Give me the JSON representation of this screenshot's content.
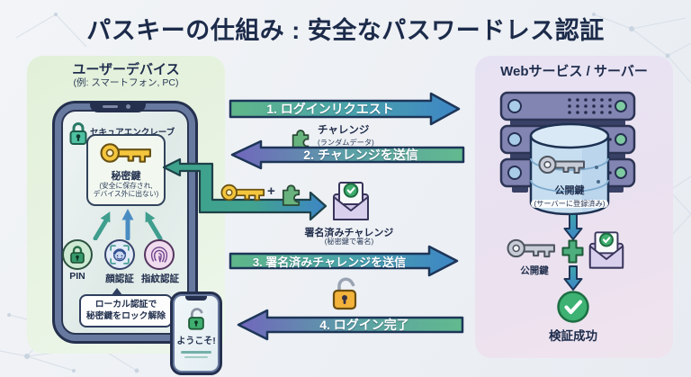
{
  "title": "パスキーの仕組み : 安全なパスワードレス認証",
  "device_panel": {
    "title": "ユーザーデバイス",
    "subtitle": "(例: スマートフォン, PC)",
    "secure_enclave_label": "セキュアエンクレーブ",
    "private_key": {
      "label": "秘密鍵",
      "note_line1": "(安全に保存され,",
      "note_line2": "デバイス外に出ない)"
    },
    "auth_methods": [
      "PIN",
      "顔認証",
      "指紋認証"
    ],
    "local_auth_note_line1": "ローカル認証で",
    "local_auth_note_line2": "秘密鍵をロック解除",
    "welcome_message": "ようこそ!"
  },
  "flow": {
    "steps": [
      {
        "label": "1. ログインリクエスト",
        "direction": "right"
      },
      {
        "label": "2. チャレンジを送信",
        "direction": "left"
      },
      {
        "label": "3. 署名済みチャレンジを送信",
        "direction": "right"
      },
      {
        "label": "4. ログイン完了",
        "direction": "left"
      }
    ],
    "challenge": {
      "label": "チャレンジ",
      "note": "(ランダムデータ)"
    },
    "signing": {
      "plus": "+",
      "result_label": "署名済みチャレンジ",
      "result_note": "(秘密鍵で署名)"
    }
  },
  "server_panel": {
    "title": "Webサービス / サーバー",
    "public_key_db": {
      "label": "公開鍵",
      "note": "(サーバーに登録済み)"
    },
    "verification": {
      "public_key_label": "公開鍵",
      "success_label": "検証成功"
    }
  },
  "colors": {
    "title_text": "#1c2b4a",
    "device_panel_bg": "#e4f0dc",
    "server_panel_bg": "#e8e2f1",
    "arrow_green": "#5fb789",
    "arrow_blue": "#3e86c6",
    "arrow_purple": "#7166bd",
    "gold_key": "#f4c63d",
    "silver_key": "#c7ccd6",
    "success_green": "#3db273",
    "unlock_orange": "#f3b23a",
    "phone_frame": "#67799e"
  }
}
